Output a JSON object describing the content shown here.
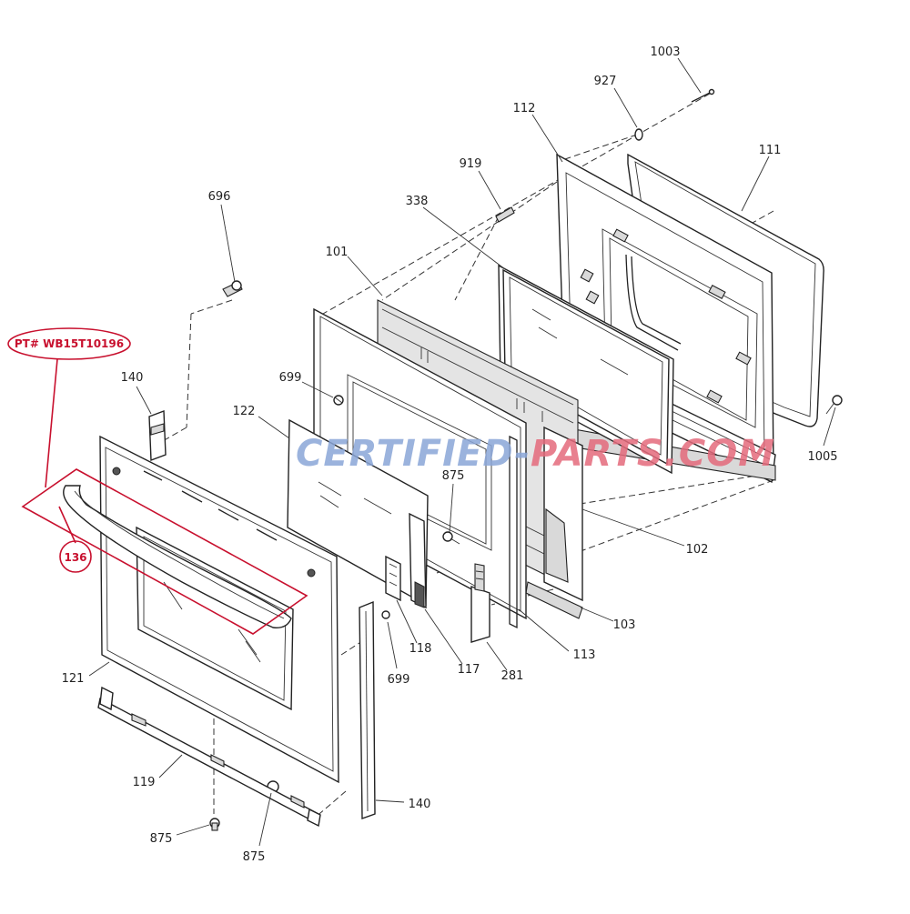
{
  "callout": {
    "part_number": "PT# WB15T10196",
    "part_label": "136"
  },
  "watermark": {
    "part1": "CERTIFIED-",
    "part2": "PARTS",
    "part3": ".COM",
    "color1": "#8aa6d8",
    "color2": "#e46a7c"
  },
  "labels": {
    "l1003": "1003",
    "l927": "927",
    "l112": "112",
    "l111": "111",
    "l919": "919",
    "l338": "338",
    "l696": "696",
    "l101": "101",
    "l140a": "140",
    "l699a": "699",
    "l122": "122",
    "l875a": "875",
    "l1005": "1005",
    "l102": "102",
    "l103": "103",
    "l113": "113",
    "l281": "281",
    "l117": "117",
    "l118": "118",
    "l699b": "699",
    "l121": "121",
    "l119": "119",
    "l140b": "140",
    "l875b": "875",
    "l875c": "875"
  }
}
